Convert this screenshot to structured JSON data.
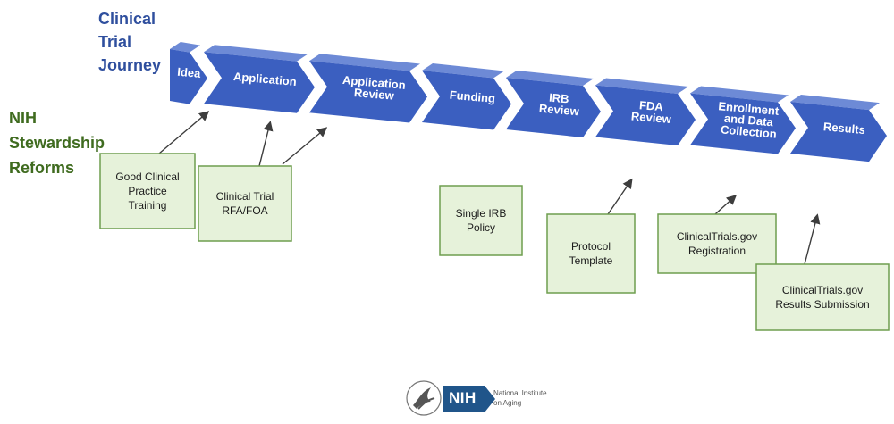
{
  "journey_title": [
    "Clinical",
    "Trial",
    "Journey"
  ],
  "reforms_title": [
    "NIH",
    "Stewardship",
    "Reforms"
  ],
  "steps": [
    {
      "lines": [
        "Idea"
      ]
    },
    {
      "lines": [
        "Application"
      ]
    },
    {
      "lines": [
        "Application",
        "Review"
      ]
    },
    {
      "lines": [
        "Funding"
      ]
    },
    {
      "lines": [
        "IRB",
        "Review"
      ]
    },
    {
      "lines": [
        "FDA",
        "Review"
      ]
    },
    {
      "lines": [
        "Enrollment",
        "and Data",
        "Collection"
      ]
    },
    {
      "lines": [
        "Results"
      ]
    }
  ],
  "reforms": [
    {
      "lines": [
        "Good Clinical",
        "Practice",
        "Training"
      ]
    },
    {
      "lines": [
        "Clinical Trial",
        "RFA/FOA"
      ]
    },
    {
      "lines": [
        "Single IRB",
        "Policy"
      ]
    },
    {
      "lines": [
        "Protocol",
        "Template"
      ]
    },
    {
      "lines": [
        "ClinicalTrials.gov",
        "Registration"
      ]
    },
    {
      "lines": [
        "ClinicalTrials.gov",
        "Results Submission"
      ]
    }
  ],
  "logo": {
    "mark": "NIH",
    "institute_lines": [
      "National Institute",
      "on Aging"
    ]
  },
  "colors": {
    "chevron": "#3b5fc0",
    "chevron_top": "#6d8ad6",
    "box_fill": "#e6f2da",
    "box_border": "#6f9e4f",
    "journey_title": "#2f4f9e",
    "reforms_title": "#3f6b1f"
  }
}
